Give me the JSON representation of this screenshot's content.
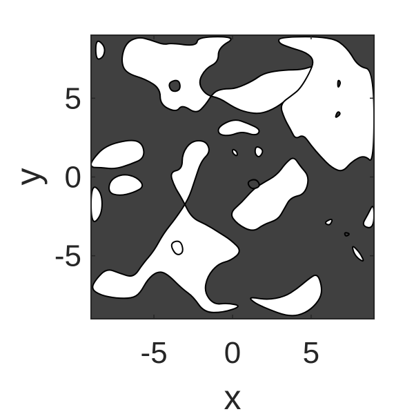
{
  "chart_data": {
    "type": "heatmap",
    "title": "",
    "xlabel": "x",
    "ylabel": "y",
    "xlim": [
      -9,
      9
    ],
    "ylim": [
      -9,
      9
    ],
    "x_ticks": [
      -5,
      0,
      5
    ],
    "y_ticks": [
      -5,
      0,
      5
    ],
    "x_tick_labels": [
      "-5",
      "0",
      "5"
    ],
    "y_tick_labels": [
      "-5",
      "0",
      "5"
    ],
    "grid": false,
    "legend": "none",
    "colors": {
      "filled_region": "#404040",
      "empty_region": "#ffffff",
      "contour_line": "#000000",
      "axis": "#262626"
    },
    "description_of_field": "binary thresholded random field: dark = above threshold, white = below",
    "white_regions": [
      {
        "name": "top-left-small-blob",
        "points": [
          [
            -8.7,
            8.8
          ],
          [
            -8.1,
            8.3
          ],
          [
            -8.2,
            7.6
          ],
          [
            -8.7,
            7.4
          ]
        ]
      },
      {
        "name": "top-center-large-region",
        "points": [
          [
            -7.1,
            7.4
          ],
          [
            -6.8,
            6.6
          ],
          [
            -5.5,
            6.2
          ],
          [
            -4.6,
            5.6
          ],
          [
            -4.6,
            4.6
          ],
          [
            -3.6,
            4.1
          ],
          [
            -3.2,
            4.6
          ],
          [
            -2.3,
            4.0
          ],
          [
            -1.7,
            4.6
          ],
          [
            -1.2,
            5.4
          ],
          [
            -0.6,
            5.6
          ],
          [
            0.2,
            5.6
          ],
          [
            1.3,
            6.1
          ],
          [
            2.0,
            6.6
          ],
          [
            3.3,
            6.8
          ],
          [
            4.4,
            6.8
          ],
          [
            5.3,
            7.1
          ],
          [
            5.0,
            5.8
          ],
          [
            3.8,
            5.2
          ],
          [
            2.8,
            4.4
          ],
          [
            1.8,
            4.0
          ],
          [
            0.9,
            4.1
          ],
          [
            0.1,
            4.4
          ],
          [
            -0.8,
            5.0
          ],
          [
            -1.7,
            5.2
          ],
          [
            -2.2,
            6.0
          ],
          [
            -1.7,
            6.9
          ],
          [
            -0.9,
            7.3
          ],
          [
            -0.9,
            8.2
          ],
          [
            0.3,
            8.9
          ],
          [
            -2.2,
            8.9
          ],
          [
            -2.3,
            8.3
          ],
          [
            -3.9,
            8.5
          ],
          [
            -4.4,
            8.4
          ],
          [
            -5.2,
            8.7
          ],
          [
            -6.0,
            8.9
          ],
          [
            -6.8,
            8.5
          ]
        ]
      },
      {
        "name": "top-right-region",
        "points": [
          [
            3.0,
            8.9
          ],
          [
            6.3,
            8.9
          ],
          [
            7.3,
            8.2
          ],
          [
            8.0,
            7.0
          ],
          [
            9.0,
            6.8
          ],
          [
            9.0,
            0.8
          ],
          [
            8.4,
            1.4
          ],
          [
            7.6,
            1.0
          ],
          [
            7.0,
            0.3
          ],
          [
            6.3,
            0.6
          ],
          [
            5.6,
            1.3
          ],
          [
            5.0,
            2.0
          ],
          [
            4.5,
            2.7
          ],
          [
            4.0,
            2.4
          ],
          [
            3.7,
            3.0
          ],
          [
            3.3,
            3.7
          ],
          [
            3.0,
            4.6
          ],
          [
            3.8,
            5.2
          ],
          [
            4.3,
            5.6
          ],
          [
            4.9,
            6.6
          ],
          [
            5.2,
            7.4
          ],
          [
            4.7,
            7.9
          ],
          [
            3.7,
            8.2
          ],
          [
            2.9,
            8.5
          ]
        ]
      },
      {
        "name": "center-small-blob",
        "points": [
          [
            -0.9,
            3.2
          ],
          [
            0.1,
            3.7
          ],
          [
            1.0,
            3.4
          ],
          [
            1.8,
            3.0
          ],
          [
            1.5,
            2.6
          ],
          [
            0.6,
            2.9
          ],
          [
            -0.2,
            2.6
          ],
          [
            -0.9,
            2.7
          ]
        ]
      },
      {
        "name": "left-finger-upper",
        "points": [
          [
            -9.0,
            1.0
          ],
          [
            -8.1,
            2.0
          ],
          [
            -6.4,
            2.4
          ],
          [
            -5.7,
            2.1
          ],
          [
            -5.6,
            1.2
          ],
          [
            -6.5,
            0.8
          ],
          [
            -7.5,
            0.5
          ],
          [
            -8.4,
            0.6
          ],
          [
            -9.0,
            0.6
          ]
        ]
      },
      {
        "name": "left-finger-lower",
        "points": [
          [
            -7.8,
            -0.2
          ],
          [
            -7.0,
            0.2
          ],
          [
            -6.1,
            0.0
          ],
          [
            -5.6,
            -0.6
          ],
          [
            -6.3,
            -1.0
          ],
          [
            -7.2,
            -1.2
          ],
          [
            -7.9,
            -1.0
          ]
        ]
      },
      {
        "name": "left-edge-blob",
        "points": [
          [
            -9.0,
            -0.4
          ],
          [
            -8.3,
            -1.0
          ],
          [
            -8.3,
            -2.4
          ],
          [
            -9.0,
            -3.1
          ]
        ]
      },
      {
        "name": "lower-left-branching-region",
        "points": [
          [
            -8.7,
            -6.5
          ],
          [
            -8.0,
            -5.8
          ],
          [
            -7.2,
            -6.1
          ],
          [
            -6.3,
            -6.4
          ],
          [
            -5.7,
            -5.5
          ],
          [
            -5.0,
            -4.7
          ],
          [
            -4.4,
            -3.6
          ],
          [
            -3.6,
            -2.6
          ],
          [
            -2.8,
            -1.4
          ],
          [
            -2.4,
            -0.2
          ],
          [
            -2.0,
            1.0
          ],
          [
            -1.4,
            1.6
          ],
          [
            -1.7,
            2.3
          ],
          [
            -2.6,
            2.3
          ],
          [
            -3.2,
            1.5
          ],
          [
            -3.2,
            0.5
          ],
          [
            -4.0,
            0.3
          ],
          [
            -3.7,
            -0.6
          ],
          [
            -3.2,
            -1.4
          ],
          [
            -2.6,
            -2.6
          ],
          [
            -1.7,
            -3.0
          ],
          [
            -0.9,
            -3.5
          ],
          [
            -0.1,
            -4.0
          ],
          [
            0.6,
            -4.7
          ],
          [
            -0.1,
            -5.3
          ],
          [
            -0.9,
            -5.5
          ],
          [
            -1.6,
            -6.3
          ],
          [
            -1.8,
            -7.3
          ],
          [
            -1.2,
            -8.1
          ],
          [
            -0.3,
            -8.0
          ],
          [
            0.6,
            -8.2
          ],
          [
            -0.6,
            -8.6
          ],
          [
            -1.8,
            -8.6
          ],
          [
            -2.5,
            -7.6
          ],
          [
            -3.2,
            -7.1
          ],
          [
            -4.2,
            -6.1
          ],
          [
            -4.8,
            -6.0
          ],
          [
            -5.4,
            -6.5
          ],
          [
            -5.9,
            -7.4
          ],
          [
            -6.4,
            -7.7
          ],
          [
            -7.4,
            -7.7
          ],
          [
            -8.4,
            -7.5
          ],
          [
            -9.0,
            -7.1
          ]
        ]
      },
      {
        "name": "center-right-diagonal-region",
        "points": [
          [
            -0.2,
            -2.3
          ],
          [
            0.6,
            -1.6
          ],
          [
            1.3,
            -0.8
          ],
          [
            1.9,
            -0.4
          ],
          [
            2.8,
            0.1
          ],
          [
            3.4,
            0.9
          ],
          [
            3.9,
            1.3
          ],
          [
            4.3,
            0.7
          ],
          [
            4.9,
            0.0
          ],
          [
            4.6,
            -1.1
          ],
          [
            3.7,
            -1.3
          ],
          [
            3.3,
            -2.0
          ],
          [
            2.9,
            -2.7
          ],
          [
            2.0,
            -3.0
          ],
          [
            1.3,
            -3.5
          ],
          [
            0.3,
            -3.0
          ]
        ]
      },
      {
        "name": "bottom-right-region",
        "points": [
          [
            1.0,
            -7.6
          ],
          [
            2.2,
            -7.8
          ],
          [
            3.3,
            -7.6
          ],
          [
            4.1,
            -7.1
          ],
          [
            4.8,
            -6.5
          ],
          [
            5.4,
            -6.1
          ],
          [
            5.7,
            -7.0
          ],
          [
            5.6,
            -7.7
          ],
          [
            5.0,
            -8.4
          ],
          [
            4.2,
            -8.8
          ],
          [
            3.4,
            -8.8
          ],
          [
            2.3,
            -8.4
          ],
          [
            1.4,
            -8.0
          ]
        ]
      },
      {
        "name": "right-edge-blob",
        "points": [
          [
            8.2,
            -3.1
          ],
          [
            8.6,
            -2.4
          ],
          [
            9.0,
            -1.6
          ],
          [
            9.0,
            -3.3
          ]
        ]
      },
      {
        "name": "right-small-blob",
        "points": [
          [
            7.6,
            -4.3
          ],
          [
            8.1,
            -4.8
          ],
          [
            8.4,
            -5.4
          ],
          [
            8.0,
            -5.2
          ],
          [
            7.7,
            -4.8
          ]
        ]
      },
      {
        "name": "bottom-left-small-blob",
        "points": [
          [
            -4.0,
            -4.2
          ],
          [
            -3.3,
            -4.0
          ],
          [
            -3.1,
            -4.8
          ],
          [
            -3.6,
            -5.0
          ]
        ]
      },
      {
        "name": "center-dot-a",
        "points": [
          [
            0.0,
            1.8
          ],
          [
            0.3,
            1.6
          ],
          [
            0.3,
            1.3
          ],
          [
            0.0,
            1.5
          ]
        ]
      },
      {
        "name": "center-dot-b",
        "points": [
          [
            1.5,
            2.0
          ],
          [
            2.0,
            1.7
          ],
          [
            1.7,
            1.2
          ],
          [
            1.4,
            1.5
          ]
        ]
      },
      {
        "name": "small-dot-right",
        "points": [
          [
            6.2,
            -3.1
          ],
          [
            6.4,
            -2.6
          ],
          [
            5.8,
            -2.9
          ]
        ]
      }
    ],
    "dark_holes": [
      {
        "name": "hole-top-center",
        "points": [
          [
            -4.1,
            6.0
          ],
          [
            -3.4,
            6.2
          ],
          [
            -3.3,
            5.5
          ],
          [
            -3.9,
            5.4
          ]
        ]
      },
      {
        "name": "hole-center",
        "points": [
          [
            0.9,
            -0.3
          ],
          [
            1.5,
            -0.1
          ],
          [
            1.8,
            -0.6
          ],
          [
            1.2,
            -0.8
          ]
        ]
      },
      {
        "name": "hole-right-a",
        "points": [
          [
            6.7,
            6.2
          ],
          [
            6.9,
            6.0
          ],
          [
            6.7,
            5.6
          ]
        ]
      },
      {
        "name": "hole-right-b",
        "points": [
          [
            6.7,
            4.2
          ],
          [
            6.9,
            4.0
          ],
          [
            6.5,
            3.7
          ]
        ]
      },
      {
        "name": "hole-right-c",
        "points": [
          [
            7.1,
            -3.5
          ],
          [
            7.5,
            -3.6
          ],
          [
            7.2,
            -3.8
          ]
        ]
      }
    ]
  }
}
